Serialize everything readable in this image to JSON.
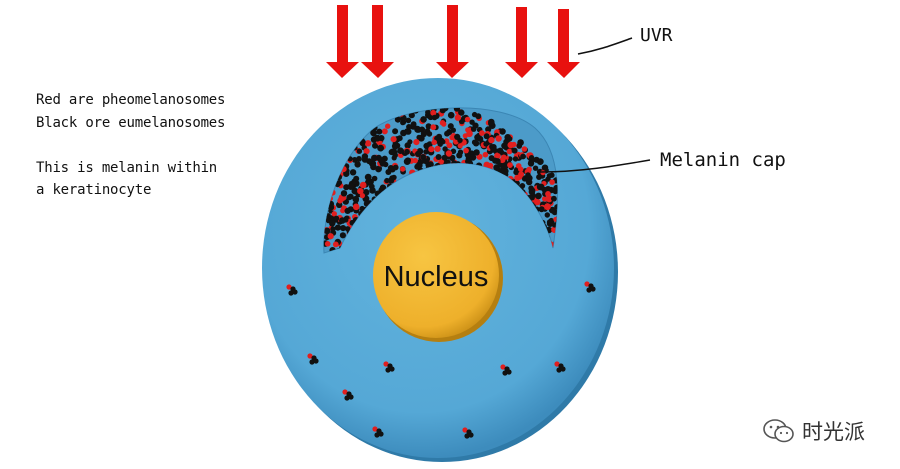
{
  "labels": {
    "uvr": "UVR",
    "melanin_cap": "Melanin cap",
    "nucleus": "Nucleus"
  },
  "legend": {
    "red_line": "Red are pheomelanosomes",
    "black_line": "Black ore eumelanosomes",
    "description_line1": "This is melanin within",
    "description_line2": "a keratinocyte"
  },
  "watermark": {
    "text": "时光派",
    "icon": "wechat-icon"
  },
  "colors": {
    "cell": "#55a8d6",
    "cell_edge": "#3f8fc0",
    "nucleus": "#f0b42e",
    "nucleus_edge": "#c98e15",
    "arrow": "#e8110f",
    "pheomelanosome": "#e01f1f",
    "eumelanosome": "#111111"
  }
}
